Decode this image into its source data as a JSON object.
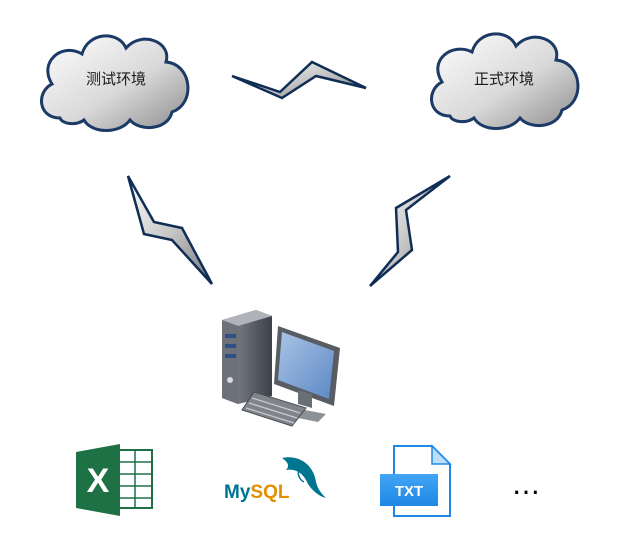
{
  "clouds": {
    "test_env": "测试环境",
    "prod_env": "正式环境"
  },
  "data_sources": {
    "excel_letter": "X",
    "mysql_my": "My",
    "mysql_sql": "SQL",
    "txt_label": "TXT",
    "more": "…"
  },
  "colors": {
    "cloud_stroke": "#1b3a66",
    "bolt_stroke": "#0f2d55",
    "excel_green": "#1e7145",
    "mysql_blue": "#00758f",
    "mysql_orange": "#e48e00",
    "txt_blue": "#1e88e5"
  }
}
